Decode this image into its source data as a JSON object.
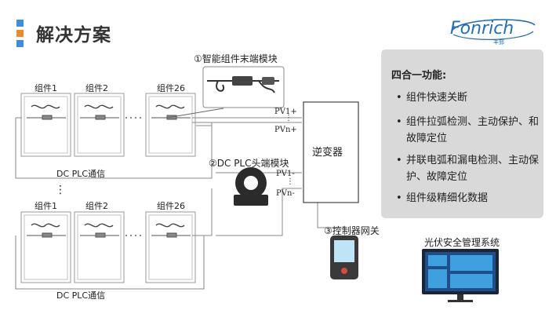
{
  "header": {
    "title": "解决方案",
    "accent_colors": [
      "#3a8ee6",
      "#f08a24",
      "#3a8ee6"
    ]
  },
  "brand": {
    "logo_text": "Fonrich",
    "logo_subtext": "丰郅",
    "color": "#1d6fb8"
  },
  "features_panel": {
    "heading": "四合一功能:",
    "items": [
      "组件快速关断",
      "组件拉弧检测、主动保护、和故障定位",
      "并联电弧和漏电检测、主动保护、故障定位",
      "组件级精细化数据"
    ]
  },
  "diagram": {
    "top_modules": [
      "组件1",
      "组件2",
      "组件26"
    ],
    "bottom_modules": [
      "组件1",
      "组件2",
      "组件26"
    ],
    "end_module_label": "①智能组件末端模块",
    "head_module_label": "②DC PLC头端模块",
    "gateway_label": "③控制器网关",
    "system_label": "光伏安全管理系统",
    "comm_label_top": "DC PLC通信",
    "comm_label_bottom": "DC PLC通信",
    "inverter_label": "逆变器",
    "ports": [
      "PV1+",
      "PVn+",
      "PV1-",
      "PVn-"
    ],
    "ellipsis": "⋮"
  }
}
